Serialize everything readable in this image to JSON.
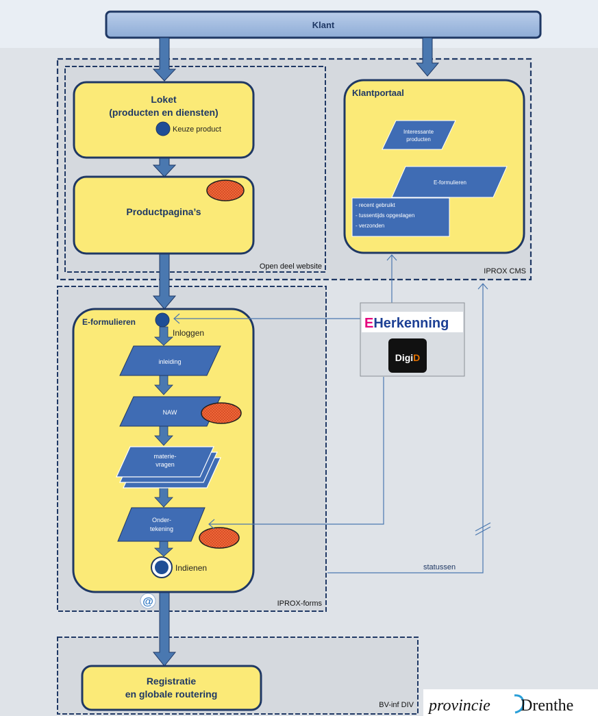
{
  "klant": "Klant",
  "loket": {
    "line1": "Loket",
    "line2": "(producten en diensten)",
    "keuze": "Keuze product"
  },
  "productpaginas": "Productpagina’s",
  "open_deel": "Open deel website",
  "klantportaal": {
    "title": "Klantportaal",
    "interessante": [
      "Interessante",
      "producten"
    ],
    "eformulieren": "E-formulieren",
    "lijst": [
      "- recent gebruikt",
      "- tussentijds opgeslagen",
      "- verzonden"
    ]
  },
  "iprox_cms": "IPROX  CMS",
  "eformulieren_proces": {
    "title": "E-formulieren",
    "inloggen": "Inloggen",
    "inleiding": "inleiding",
    "naw": "NAW",
    "materie": [
      "materie-",
      "vragen"
    ],
    "ondertekening": [
      "Onder-",
      "tekening"
    ],
    "indienen": "Indienen"
  },
  "iprox_forms": "IPROX-forms",
  "at_symbol": "@",
  "eherkenning": {
    "e": "E",
    "rest": "Herkenning"
  },
  "digid": {
    "digi": "Digi",
    "d": "D"
  },
  "statussen": "statussen",
  "registratie": {
    "line1": "Registratie",
    "line2": "en globale routering"
  },
  "bv_inf": "BV-inf DIV",
  "logo": {
    "provincie": "provincie",
    "drenthe": "Drenthe"
  },
  "colors": {
    "yellow": "#fbea77",
    "navy": "#1f3864",
    "arrow_blue": "#4a78b0",
    "shape_blue": "#3f6cb4",
    "red_oval": "#f0522b",
    "digid_orange": "#e17000"
  }
}
